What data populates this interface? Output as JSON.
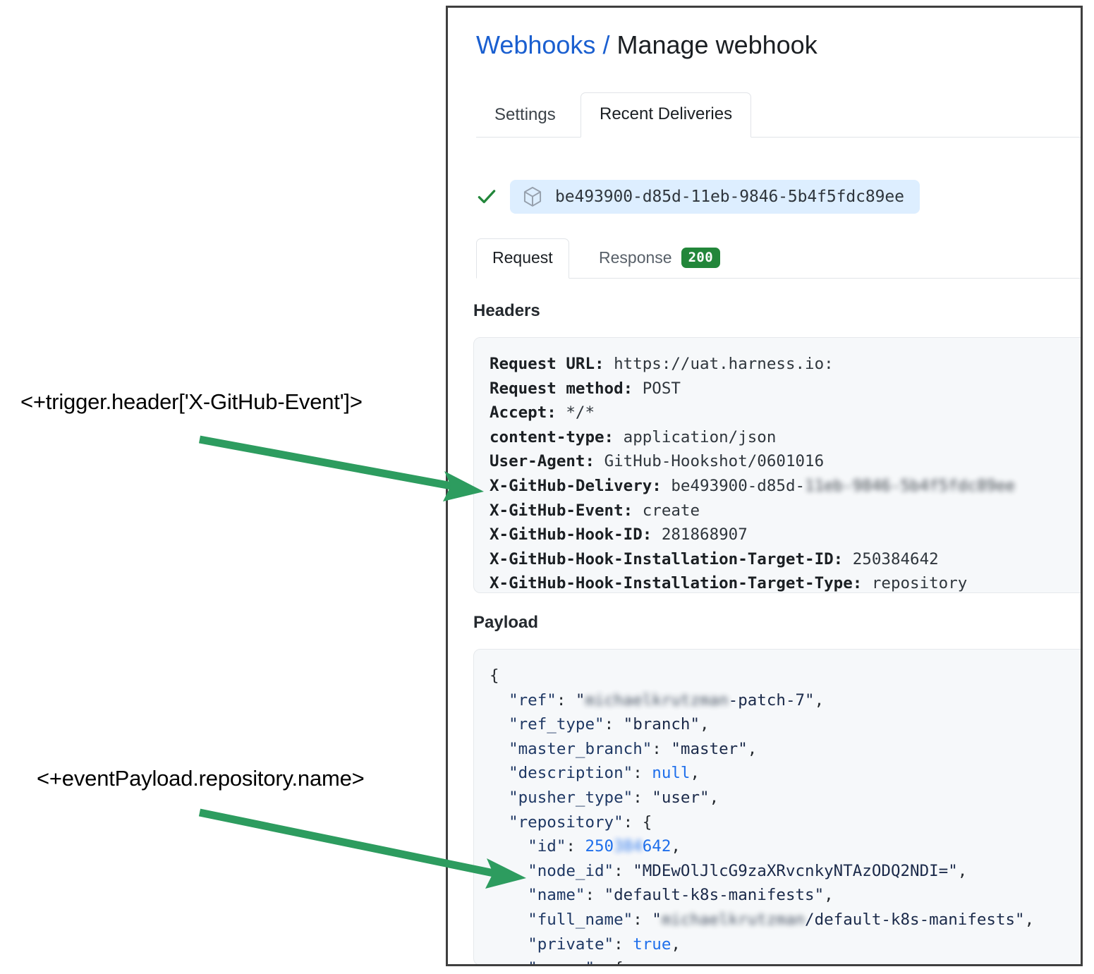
{
  "panel": {
    "breadcrumb": {
      "link": "Webhooks",
      "separator": "/",
      "current": "Manage webhook"
    },
    "tabs": [
      {
        "label": "Settings",
        "active": false
      },
      {
        "label": "Recent Deliveries",
        "active": true
      }
    ],
    "delivery": {
      "status_icon": "check-icon",
      "package_icon": "package-cube-icon",
      "guid": "be493900-d85d-11eb-9846-5b4f5fdc89ee"
    },
    "inner_tabs": [
      {
        "label": "Request",
        "active": true,
        "badge": null
      },
      {
        "label": "Response",
        "active": false,
        "badge": "200"
      }
    ],
    "badge_color": "#22863a",
    "sections": {
      "headers_title": "Headers",
      "payload_title": "Payload"
    },
    "headers": [
      {
        "key": "Request URL:",
        "value": "https://uat.harness.io:",
        "redacted": false
      },
      {
        "key": "Request method:",
        "value": "POST",
        "redacted": false
      },
      {
        "key": "Accept:",
        "value": "*/*",
        "redacted": false
      },
      {
        "key": "content-type:",
        "value": "application/json",
        "redacted": false
      },
      {
        "key": "User-Agent:",
        "value": "GitHub-Hookshot/0601016",
        "redacted": false
      },
      {
        "key": "X-GitHub-Delivery:",
        "value": "be493900-d85d-",
        "redacted": true,
        "redacted_value": "11eb-9846-5b4f5fdc89ee"
      },
      {
        "key": "X-GitHub-Event:",
        "value": "create",
        "redacted": false
      },
      {
        "key": "X-GitHub-Hook-ID:",
        "value": "281868907",
        "redacted": false
      },
      {
        "key": "X-GitHub-Hook-Installation-Target-ID:",
        "value": "250384642",
        "redacted": false
      },
      {
        "key": "X-GitHub-Hook-Installation-Target-Type:",
        "value": "repository",
        "redacted": false
      }
    ],
    "payload_lines": [
      {
        "indent": 0,
        "type": "brace",
        "text": "{"
      },
      {
        "indent": 1,
        "type": "kv-str-redacted",
        "key": "ref",
        "redacted_value": "michaelkrutzman",
        "value": "-patch-7",
        "trail": ","
      },
      {
        "indent": 1,
        "type": "kv-str",
        "key": "ref_type",
        "value": "branch",
        "trail": ","
      },
      {
        "indent": 1,
        "type": "kv-str",
        "key": "master_branch",
        "value": "master",
        "trail": ","
      },
      {
        "indent": 1,
        "type": "kv-lit",
        "key": "description",
        "value": "null",
        "trail": ","
      },
      {
        "indent": 1,
        "type": "kv-str",
        "key": "pusher_type",
        "value": "user",
        "trail": ","
      },
      {
        "indent": 1,
        "type": "kv-open",
        "key": "repository",
        "value": "{",
        "trail": ""
      },
      {
        "indent": 2,
        "type": "kv-num-redacted",
        "key": "id",
        "value": "250",
        "redacted_value": "384",
        "value2": "642",
        "trail": ","
      },
      {
        "indent": 2,
        "type": "kv-str",
        "key": "node_id",
        "value": "MDEwOlJlcG9zaXRvcnkyNTAzODQ2NDI=",
        "trail": ","
      },
      {
        "indent": 2,
        "type": "kv-str",
        "key": "name",
        "value": "default-k8s-manifests",
        "trail": ","
      },
      {
        "indent": 2,
        "type": "kv-str-redacted",
        "key": "full_name",
        "redacted_value": "michaelkrutzman",
        "value": "/default-k8s-manifests",
        "trail": ","
      },
      {
        "indent": 2,
        "type": "kv-lit",
        "key": "private",
        "value": "true",
        "trail": ","
      },
      {
        "indent": 2,
        "type": "kv-open",
        "key": "owner",
        "value": "{",
        "trail": ""
      }
    ]
  },
  "annotations": [
    {
      "id": "trigger-header",
      "text": "<+trigger.header['X-GitHub-Event']>"
    },
    {
      "id": "event-payload",
      "text": "<+eventPayload.repository.name>"
    }
  ],
  "colors": {
    "arrow_green": "#2d9c5f",
    "link_blue": "#1a5fd0",
    "badge_green": "#22863a",
    "pill_blue": "#ddeeff"
  }
}
